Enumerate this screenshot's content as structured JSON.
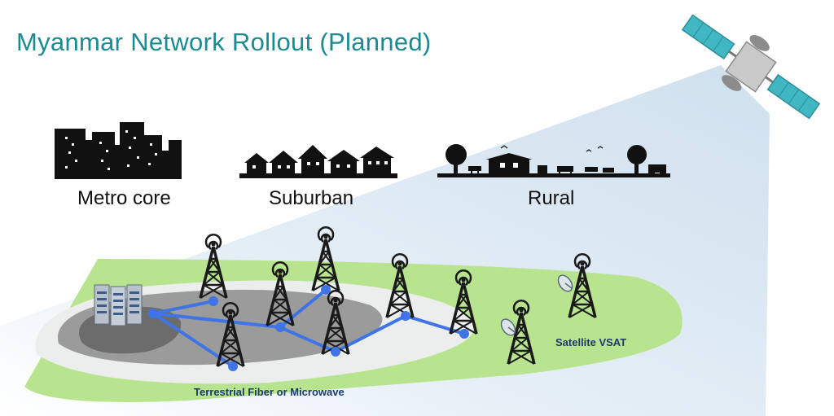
{
  "title": "Myanmar Network Rollout (Planned)",
  "zones": {
    "metro": "Metro core",
    "suburban": "Suburban",
    "rural": "Rural"
  },
  "network": {
    "terrestrial": "Terrestrial Fiber or Microwave",
    "satellite": "Satellite VSAT"
  },
  "colors": {
    "title": "#1b8a91",
    "beam": "#d9e8f3",
    "rural_zone": "#b9e48f",
    "suburban_zone": "#eceeed",
    "metro_zone": "#9b9b9b",
    "core_zone": "#6c6c6c",
    "link": "#3f74e6",
    "tower": "#1a1a1a",
    "solar_panel": "#41b7c3"
  },
  "icons": [
    "satellite-icon",
    "city-skyline-icon",
    "houses-icon",
    "farm-icon",
    "data-center-icon",
    "cell-tower-icon",
    "satellite-dish-icon"
  ]
}
